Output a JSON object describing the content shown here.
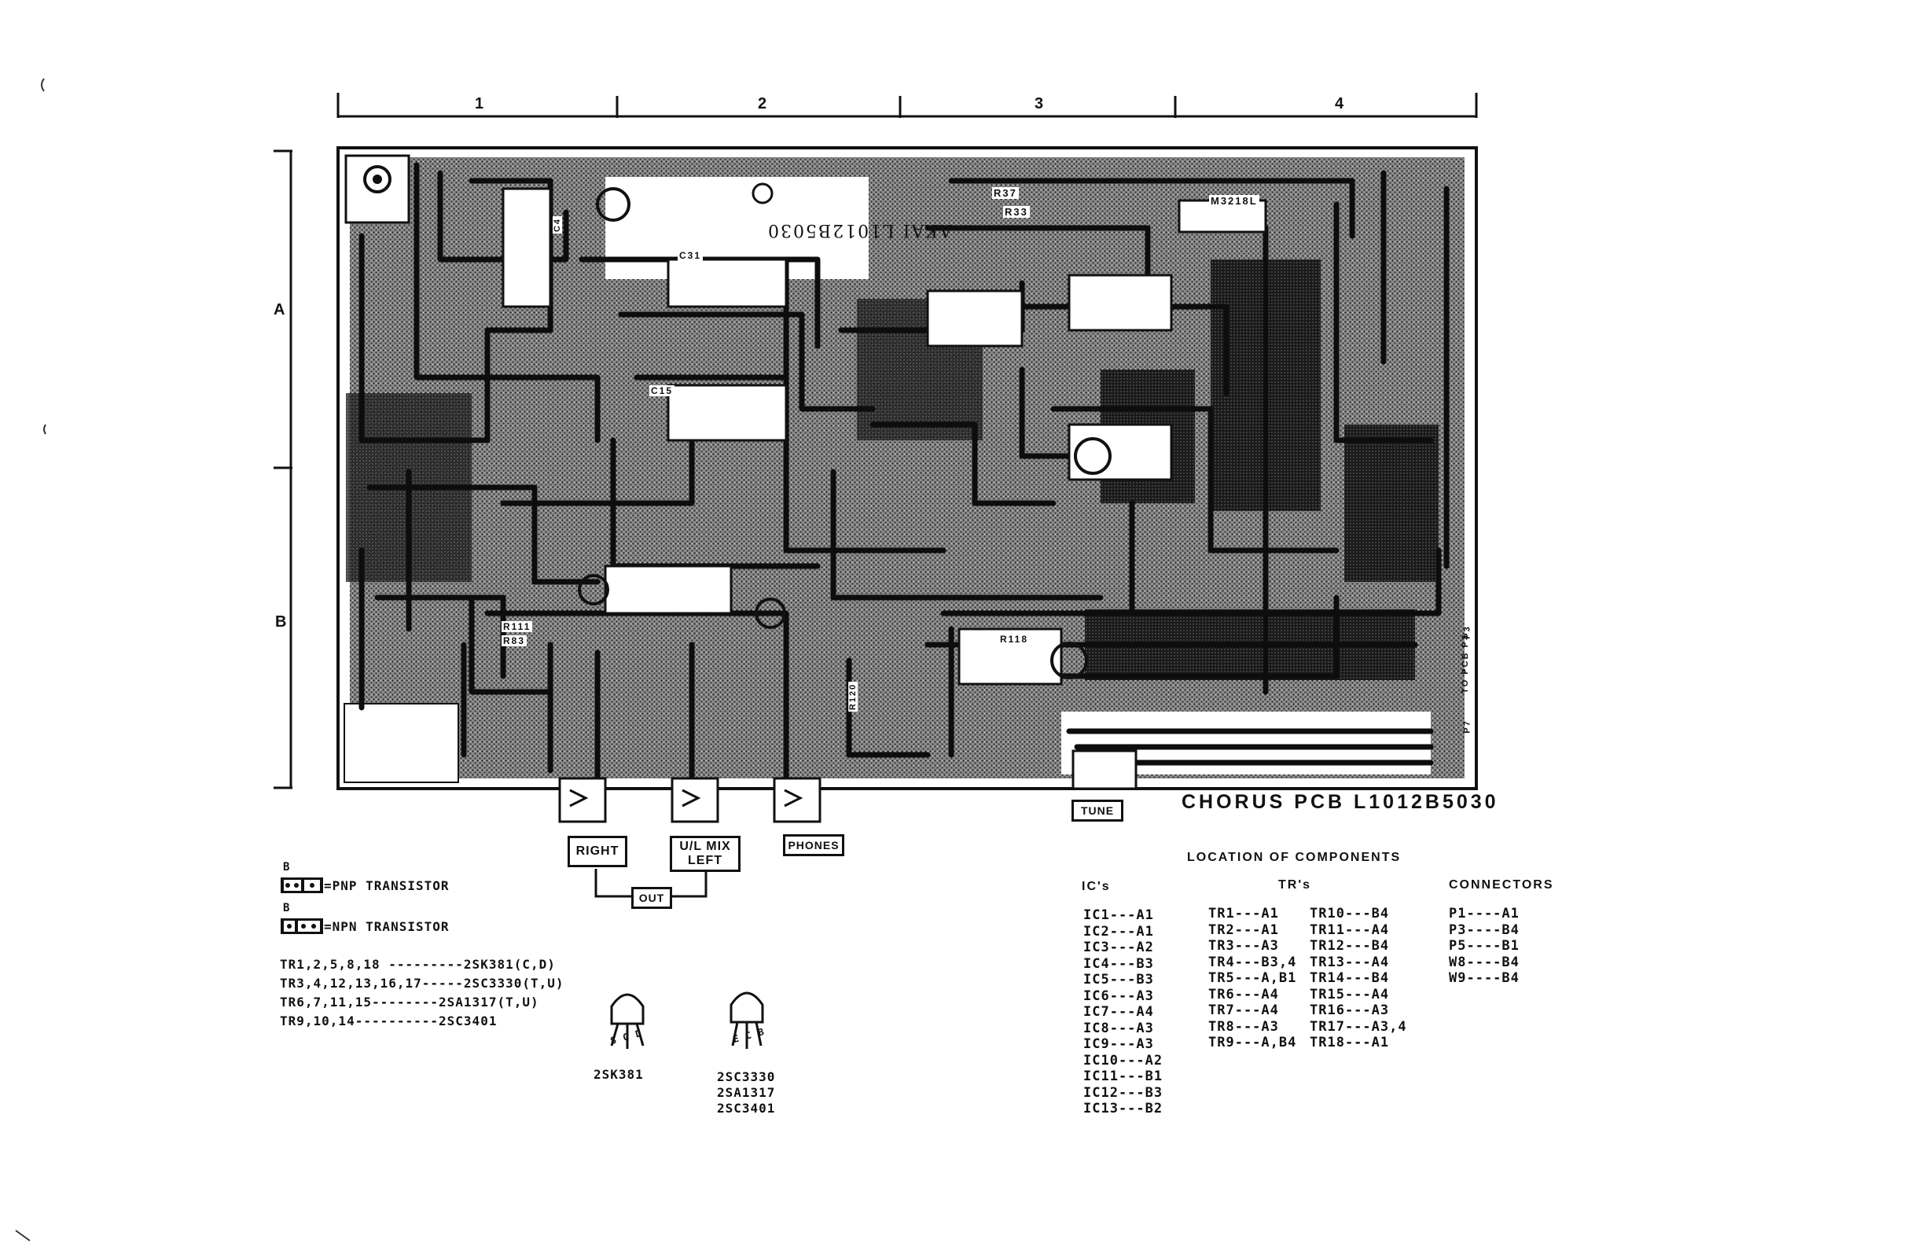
{
  "ruler": {
    "columns": [
      "1",
      "2",
      "3",
      "4"
    ],
    "rows": [
      "A",
      "B"
    ]
  },
  "board": {
    "silk_label": "AKAI L1012B5030",
    "title": "CHORUS PCB L1012B5030",
    "component_marks": [
      "R37",
      "R33",
      "M3218L",
      "C31",
      "C15",
      "R111",
      "R83",
      "R118",
      "R120",
      "C4",
      "P3",
      "P7",
      "TO PCB P3"
    ]
  },
  "jacks": {
    "right": "RIGHT",
    "ul_mix_left_1": "U/L MIX",
    "ul_mix_left_2": "LEFT",
    "phones": "PHONES",
    "out": "OUT",
    "tune": "TUNE"
  },
  "legend": {
    "pnp_pin": "B",
    "pnp": "=PNP TRANSISTOR",
    "npn_pin": "B",
    "npn": "=NPN TRANSISTOR",
    "types": [
      "TR1,2,5,8,18 ---------2SK381(C,D)",
      "TR3,4,12,13,16,17-----2SC3330(T,U)",
      "TR6,7,11,15--------2SA1317(T,U)",
      "TR9,10,14----------2SC3401"
    ],
    "pkg1_pins": "S G D",
    "pkg1_name": "2SK381",
    "pkg2_pins": "E C B",
    "pkg2_names": [
      "2SC3330",
      "2SA1317",
      "2SC3401"
    ]
  },
  "location": {
    "title": "LOCATION OF COMPONENTS",
    "ics_header": "IC's",
    "trs_header": "TR's",
    "conn_header": "CONNECTORS",
    "ics": [
      "IC1---A1",
      "IC2---A1",
      "IC3---A2",
      "IC4---B3",
      "IC5---B3",
      "IC6---A3",
      "IC7---A4",
      "IC8---A3",
      "IC9---A3",
      "IC10---A2",
      "IC11---B1",
      "IC12---B3",
      "IC13---B2"
    ],
    "trs_a": [
      "TR1---A1",
      "TR2---A1",
      "TR3---A3",
      "TR4---B3,4",
      "TR5---A,B1",
      "TR6---A4",
      "TR7---A4",
      "TR8---A3",
      "TR9---A,B4"
    ],
    "trs_b": [
      "TR10---B4",
      "TR11---A4",
      "TR12---B4",
      "TR13---A4",
      "TR14---B4",
      "TR15---A4",
      "TR16---A3",
      "TR17---A3,4",
      "TR18---A1"
    ],
    "connectors": [
      "P1----A1",
      "P3----B4",
      "P5----B1",
      "W8----B4",
      "W9----B4"
    ]
  }
}
